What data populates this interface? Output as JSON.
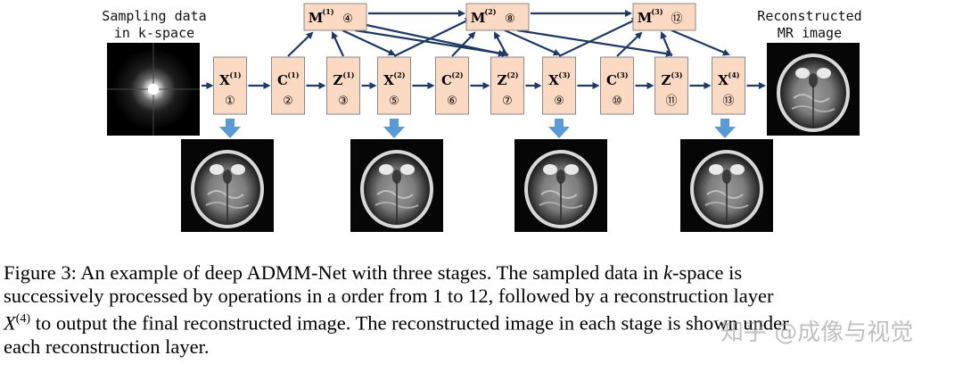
{
  "figure": {
    "input_label": [
      "Sampling data",
      "in k-space"
    ],
    "output_label": [
      "Reconstructed",
      "MR image"
    ],
    "nodes": [
      {
        "id": "X1",
        "letter": "X",
        "sup": "(1)",
        "num": "①"
      },
      {
        "id": "C1",
        "letter": "C",
        "sup": "(1)",
        "num": "②"
      },
      {
        "id": "Z1",
        "letter": "Z",
        "sup": "(1)",
        "num": "③"
      },
      {
        "id": "X2",
        "letter": "X",
        "sup": "(2)",
        "num": "⑤"
      },
      {
        "id": "C2",
        "letter": "C",
        "sup": "(2)",
        "num": "⑥"
      },
      {
        "id": "Z2",
        "letter": "Z",
        "sup": "(2)",
        "num": "⑦"
      },
      {
        "id": "X3",
        "letter": "X",
        "sup": "(3)",
        "num": "⑨"
      },
      {
        "id": "C3",
        "letter": "C",
        "sup": "(3)",
        "num": "⑩"
      },
      {
        "id": "Z3",
        "letter": "Z",
        "sup": "(3)",
        "num": "⑪"
      },
      {
        "id": "X4",
        "letter": "X",
        "sup": "(4)",
        "num": "⑬"
      }
    ],
    "m_nodes": [
      {
        "id": "M1",
        "letter": "M",
        "sup": "(1)",
        "num": "④"
      },
      {
        "id": "M2",
        "letter": "M",
        "sup": "(2)",
        "num": "⑧"
      },
      {
        "id": "M3",
        "letter": "M",
        "sup": "(3)",
        "num": "⑫"
      }
    ]
  },
  "caption": {
    "line1_a": "Figure 3:  An example of deep ADMM-Net with three stages.  The sampled data in ",
    "line1_k": "k",
    "line1_b": "-space is",
    "line2": "successively processed by operations in a order from 1 to 12, followed by a reconstruction layer",
    "line3_x": "X",
    "line3_sup": "(4)",
    "line3_b": " to output the final reconstructed image. The reconstructed image in each stage is shown under",
    "line4": "each reconstruction layer."
  },
  "watermark": "知乎 @成像与视觉"
}
